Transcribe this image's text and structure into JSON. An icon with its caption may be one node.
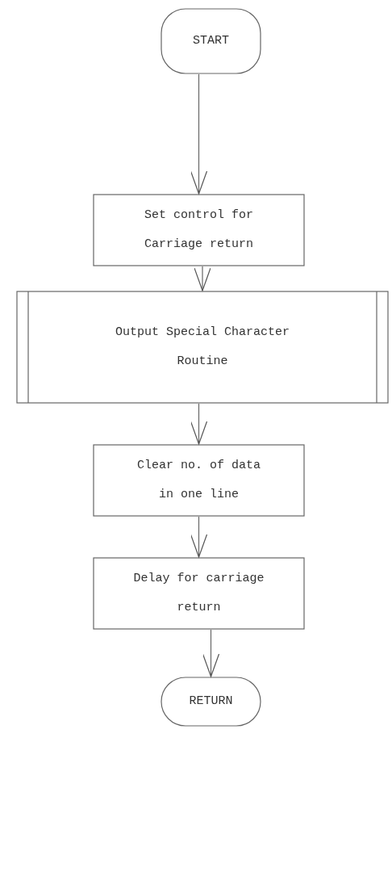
{
  "diagram": {
    "nodes": [
      {
        "text": [
          "START"
        ]
      },
      {
        "text": [
          "Set control for Carriage return"
        ]
      },
      {
        "text": [
          "Output Special Character Routine"
        ]
      },
      {
        "text": [
          "Clear no. of data in one line"
        ]
      },
      {
        "text": [
          "Delay for carriage return"
        ]
      },
      {
        "text": [
          "RETURN"
        ]
      }
    ],
    "edges": [
      {
        "from": 0,
        "to": 1,
        "arrow": "to"
      },
      {
        "from": 1,
        "to": 2,
        "arrow": "to"
      },
      {
        "from": 2,
        "to": 3,
        "arrow": "to"
      },
      {
        "from": 3,
        "to": 4,
        "arrow": "to"
      },
      {
        "from": 4,
        "to": 5,
        "arrow": "to"
      }
    ]
  }
}
